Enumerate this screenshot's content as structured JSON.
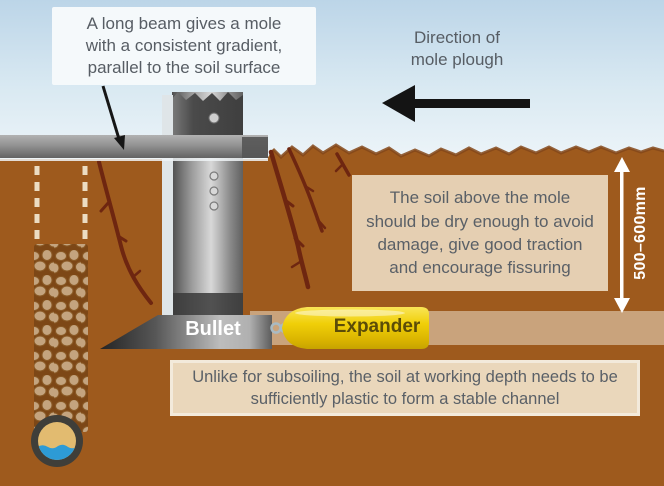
{
  "labels": {
    "callout": "A long beam gives a mole\nwith a consistent gradient,\nparallel to the soil surface",
    "direction": "Direction of\nmole plough",
    "upper_note": "The soil above the mole\nshould be dry enough to avoid\ndamage, give good traction\nand encourage fissuring",
    "lower_note": "Unlike for subsoiling, the soil at working depth needs to be\nsufficiently plastic to form a stable channel",
    "depth": "500–600mm",
    "bullet": "Bullet",
    "expander": "Expander"
  },
  "icons": {
    "direction_arrow": "left-arrow",
    "depth_arrow": "vertical-double-arrow",
    "callout_arrow": "pointer-arrow"
  },
  "colors": {
    "sky_top": "#bcd5e8",
    "sky_bottom": "#f2f7fa",
    "soil": "#9e5a1d",
    "soil_edge": "#84481a",
    "crack": "#6e2610",
    "channel": "#c9a37c",
    "note_box": "#e5cfb2",
    "lower_box": "#ead7bb",
    "callout_box": "#f5f9fb",
    "text_gray": "#575d64",
    "expander_yellow": "#f0d000",
    "gravel": "#c4a47f",
    "gravel_bed": "#7d4716",
    "pipe_ring": "#3f3e39",
    "pipe_inner": "#e2bb70",
    "water": "#2d9bd6",
    "metal_light": "#d8d8d8",
    "metal_dark": "#3a3a3a",
    "arrow_black": "#141414",
    "arrow_white": "#ffffff"
  }
}
